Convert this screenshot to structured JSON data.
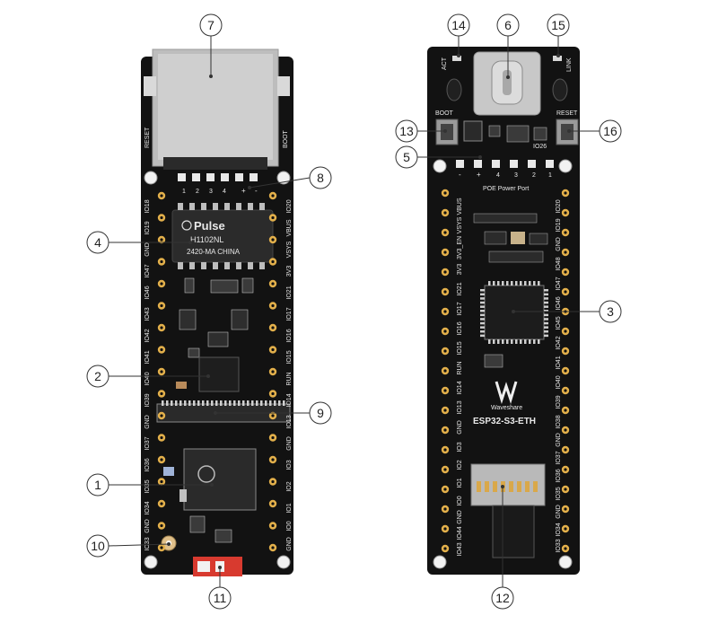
{
  "callouts": [
    {
      "num": "7"
    },
    {
      "num": "8"
    },
    {
      "num": "4"
    },
    {
      "num": "2"
    },
    {
      "num": "9"
    },
    {
      "num": "1"
    },
    {
      "num": "10"
    },
    {
      "num": "11"
    },
    {
      "num": "14"
    },
    {
      "num": "6"
    },
    {
      "num": "15"
    },
    {
      "num": "13"
    },
    {
      "num": "16"
    },
    {
      "num": "5"
    },
    {
      "num": "3"
    },
    {
      "num": "12"
    }
  ],
  "front_board": {
    "reset_label": "RESET",
    "boot_label": "BOOT",
    "poe_pins": [
      "1",
      "2",
      "3",
      "4",
      "+",
      "-"
    ],
    "transformer": {
      "brand": "Pulse",
      "model": "H1102NL",
      "lot": "2420-MA CHINA"
    },
    "left_pins": [
      "IO18",
      "IO19",
      "GND",
      "IO47",
      "IO46",
      "IO43",
      "IO42",
      "IO41",
      "IO40",
      "IO39",
      "GND",
      "IO37",
      "IO36",
      "IO35",
      "IO34",
      "GND",
      "IO33"
    ],
    "right_pins": [
      "IO20",
      "VBUS",
      "VSYS",
      "3V3",
      "IO21",
      "IO17",
      "IO16",
      "IO15",
      "RUN",
      "IO14",
      "IO13",
      "GND",
      "IO3",
      "IO2",
      "IO1",
      "IO0",
      "GND"
    ]
  },
  "back_board": {
    "act_label": "ACT",
    "link_label": "LINK",
    "boot_label": "BOOT",
    "reset_label": "RESET",
    "io26_label": "IO26",
    "poe_pins": [
      "-",
      "+",
      "4",
      "3",
      "2",
      "1"
    ],
    "poe_label": "POE Power Port",
    "brand": "Waveshare",
    "product": "ESP32-S3-ETH",
    "left_pins": [
      "VBUS",
      "VSYS",
      "3V3_EN",
      "3V3",
      "IO21",
      "IO17",
      "IO16",
      "IO15",
      "RUN",
      "IO14",
      "IO13",
      "GND",
      "IO3",
      "IO2",
      "IO1",
      "IO0",
      "GND",
      "IO44",
      "IO43"
    ],
    "right_pins": [
      "IO20",
      "IO19",
      "GND",
      "IO48",
      "IO47",
      "IO46",
      "IO45",
      "IO42",
      "IO41",
      "IO40",
      "IO39",
      "IO38",
      "GND",
      "IO37",
      "IO36",
      "IO35",
      "GND",
      "IO34",
      "IO33"
    ]
  }
}
